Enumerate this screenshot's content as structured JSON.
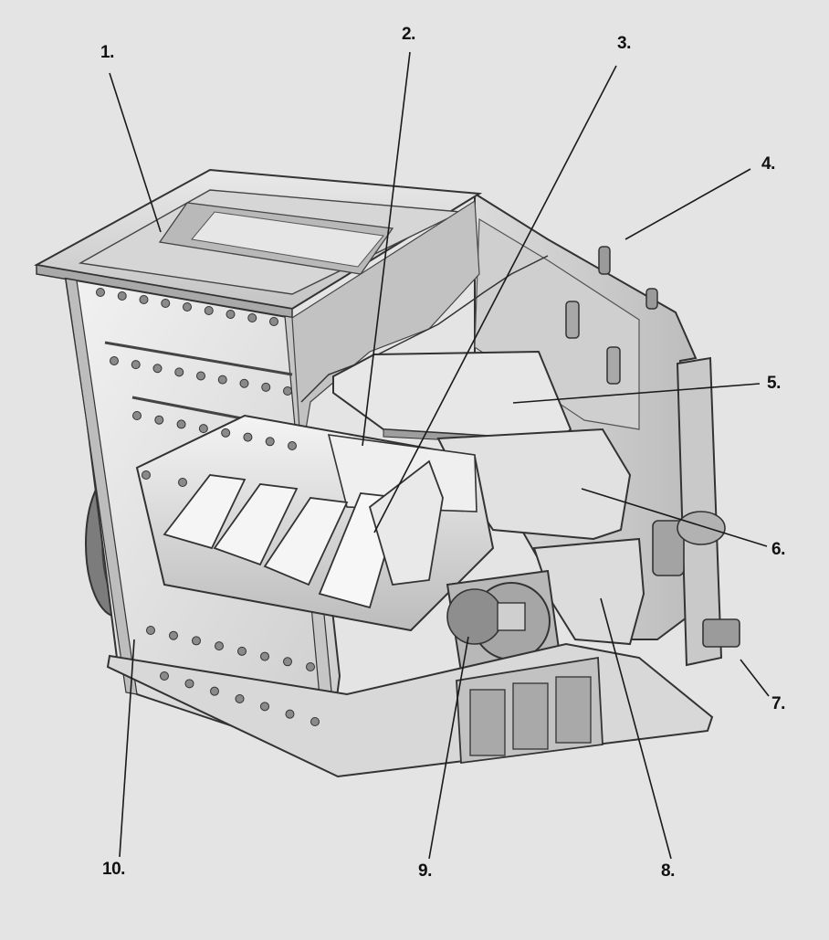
{
  "callouts": [
    {
      "id": "1",
      "text": "1."
    },
    {
      "id": "2",
      "text": "2."
    },
    {
      "id": "3",
      "text": "3."
    },
    {
      "id": "4",
      "text": "4."
    },
    {
      "id": "5",
      "text": "5."
    },
    {
      "id": "6",
      "text": "6."
    },
    {
      "id": "7",
      "text": "7."
    },
    {
      "id": "8",
      "text": "8."
    },
    {
      "id": "9",
      "text": "9."
    },
    {
      "id": "10",
      "text": "10."
    }
  ],
  "colors": {
    "background": "#e4e4e4",
    "metal_light": "#eeeeee",
    "metal_mid": "#cfcfcf",
    "metal_dark": "#8a8a8a",
    "outline": "#3a3a3a",
    "leader_line": "#1a1a1a"
  },
  "icons": [
    "impact-crusher-illustration"
  ]
}
